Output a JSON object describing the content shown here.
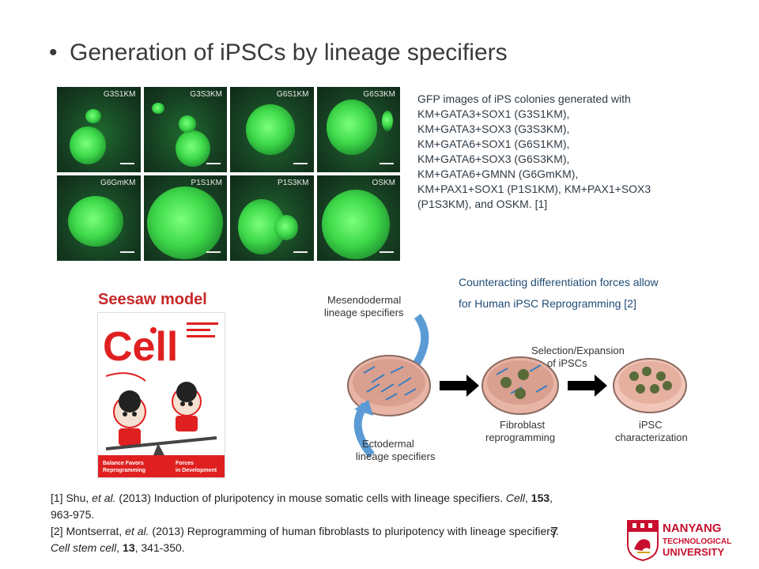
{
  "slide": {
    "bullet": "•",
    "title": "Generation of iPSCs by lineage specifiers",
    "page_number": "7"
  },
  "gfp_panels": [
    {
      "label": "G3S1KM"
    },
    {
      "label": "G3S3KM"
    },
    {
      "label": "G6S1KM"
    },
    {
      "label": "G6S3KM"
    },
    {
      "label": "G6GmKM"
    },
    {
      "label": "P1S1KM"
    },
    {
      "label": "P1S3KM"
    },
    {
      "label": "OSKM"
    }
  ],
  "gfp_caption": {
    "line1": "GFP images of iPS colonies generated with",
    "line2": "KM+GATA3+SOX1 (G3S1KM),",
    "line3": "KM+GATA3+SOX3 (G3S3KM),",
    "line4": "KM+GATA6+SOX1 (G6S1KM),",
    "line5": "KM+GATA6+SOX3 (G6S3KM),",
    "line6": "KM+GATA6+GMNN (G6GmKM),",
    "line7": "KM+PAX1+SOX1 (P1S1KM), KM+PAX1+SOX3",
    "line8": "(P1S3KM), and OSKM. [1]"
  },
  "seesaw_label": "Seesaw model",
  "cell_cover": {
    "journal": "Cell",
    "caption_left_1": "Balance Favors",
    "caption_left_2": "Reprogramming",
    "caption_right_1": "Forces",
    "caption_right_2": "in Development"
  },
  "diagram_caption": {
    "line1": "Counteracting differentiation forces allow",
    "line2": "for Human iPSC Reprogramming [2]"
  },
  "diagram": {
    "mesendodermal_1": "Mesendodermal",
    "mesendodermal_2": "lineage specifiers",
    "ectodermal_1": "Ectodermal",
    "ectodermal_2": "lineage specifiers",
    "selection_1": "Selection/Expansion",
    "selection_2": "of iPSCs",
    "fibroblast_1": "Fibroblast",
    "fibroblast_2": "reprogramming",
    "ipsc_1": "iPSC",
    "ipsc_2": "characterization"
  },
  "references": {
    "ref1_prefix": "[1] Shu, ",
    "ref1_etal": "et al.",
    "ref1_text": " (2013) Induction of pluripotency in mouse somatic cells with lineage specifiers. ",
    "ref1_journal": "Cell",
    "ref1_sep": ", ",
    "ref1_volume": "153",
    "ref1_pages": ", 963-975.",
    "ref2_prefix": "[2] Montserrat, ",
    "ref2_etal": "et al.",
    "ref2_text": " (2013) Reprogramming of human fibroblasts to pluripotency with lineage specifiers. ",
    "ref2_journal": "Cell stem cell",
    "ref2_sep": ", ",
    "ref2_volume": "13",
    "ref2_pages": ", 341-350."
  },
  "logo": {
    "line1": "NANYANG",
    "line2": "TECHNOLOGICAL",
    "line3": "UNIVERSITY",
    "icon": "ntu-crest-icon"
  },
  "colors": {
    "title": "#3a3a3a",
    "seesaw": "#c62828",
    "caption_blue": "#1f4b73",
    "gfp_green": "#3ed94a",
    "cell_red": "#e02020",
    "logo_red": "#c8102e"
  }
}
